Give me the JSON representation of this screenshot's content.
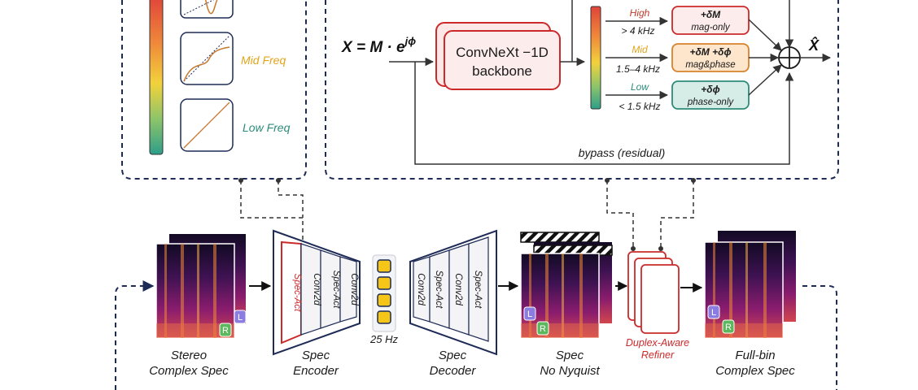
{
  "colors": {
    "navy": "#1e2b56",
    "red": "#cc2a2a",
    "high": "#c0392b",
    "mid": "#e0a51b",
    "low": "#2c8c7a",
    "token": "#f5c518",
    "spec_dark": "#1a0a2e",
    "spec_mid": "#8b1c6e",
    "spec_hot": "#f08a3a"
  },
  "legend_left": {
    "mid_freq": "Mid Freq",
    "low_freq": "Low Freq"
  },
  "formula": {
    "lhs": "X = M · e",
    "exp": "jϕ"
  },
  "backbone": {
    "line1": "ConvNeXt −1D",
    "line2": "backbone"
  },
  "bands": {
    "high": {
      "label": "High",
      "range": "> 4 kHz",
      "op": "+δM",
      "desc": "mag-only"
    },
    "mid": {
      "label": "Mid",
      "range": "1.5–4 kHz",
      "op": "+δM +δϕ",
      "desc": "mag&phase"
    },
    "low": {
      "label": "Low",
      "range": "< 1.5 kHz",
      "op": "+δϕ",
      "desc": "phase-only"
    }
  },
  "output_symbol": "X̂",
  "bypass": "bypass (residual)",
  "encoder": {
    "layers": [
      "Spec-Act",
      "Conv2d",
      "Spec-Act",
      "Conv2d"
    ],
    "caption1": "Spec",
    "caption2": "Encoder"
  },
  "decoder": {
    "layers": [
      "Conv2d",
      "Spec-Act",
      "Conv2d",
      "Spec-Act"
    ],
    "caption1": "Spec",
    "caption2": "Decoder"
  },
  "latent_rate": "25 Hz",
  "captions": {
    "stereo1": "Stereo",
    "stereo2": "Complex Spec",
    "nonyq1": "Spec",
    "nonyq2": "No Nyquist",
    "refiner1": "Duplex-Aware",
    "refiner2": "Refiner",
    "full1": "Full-bin",
    "full2": "Complex Spec"
  },
  "channel_badges": {
    "left": "L",
    "right": "R"
  }
}
